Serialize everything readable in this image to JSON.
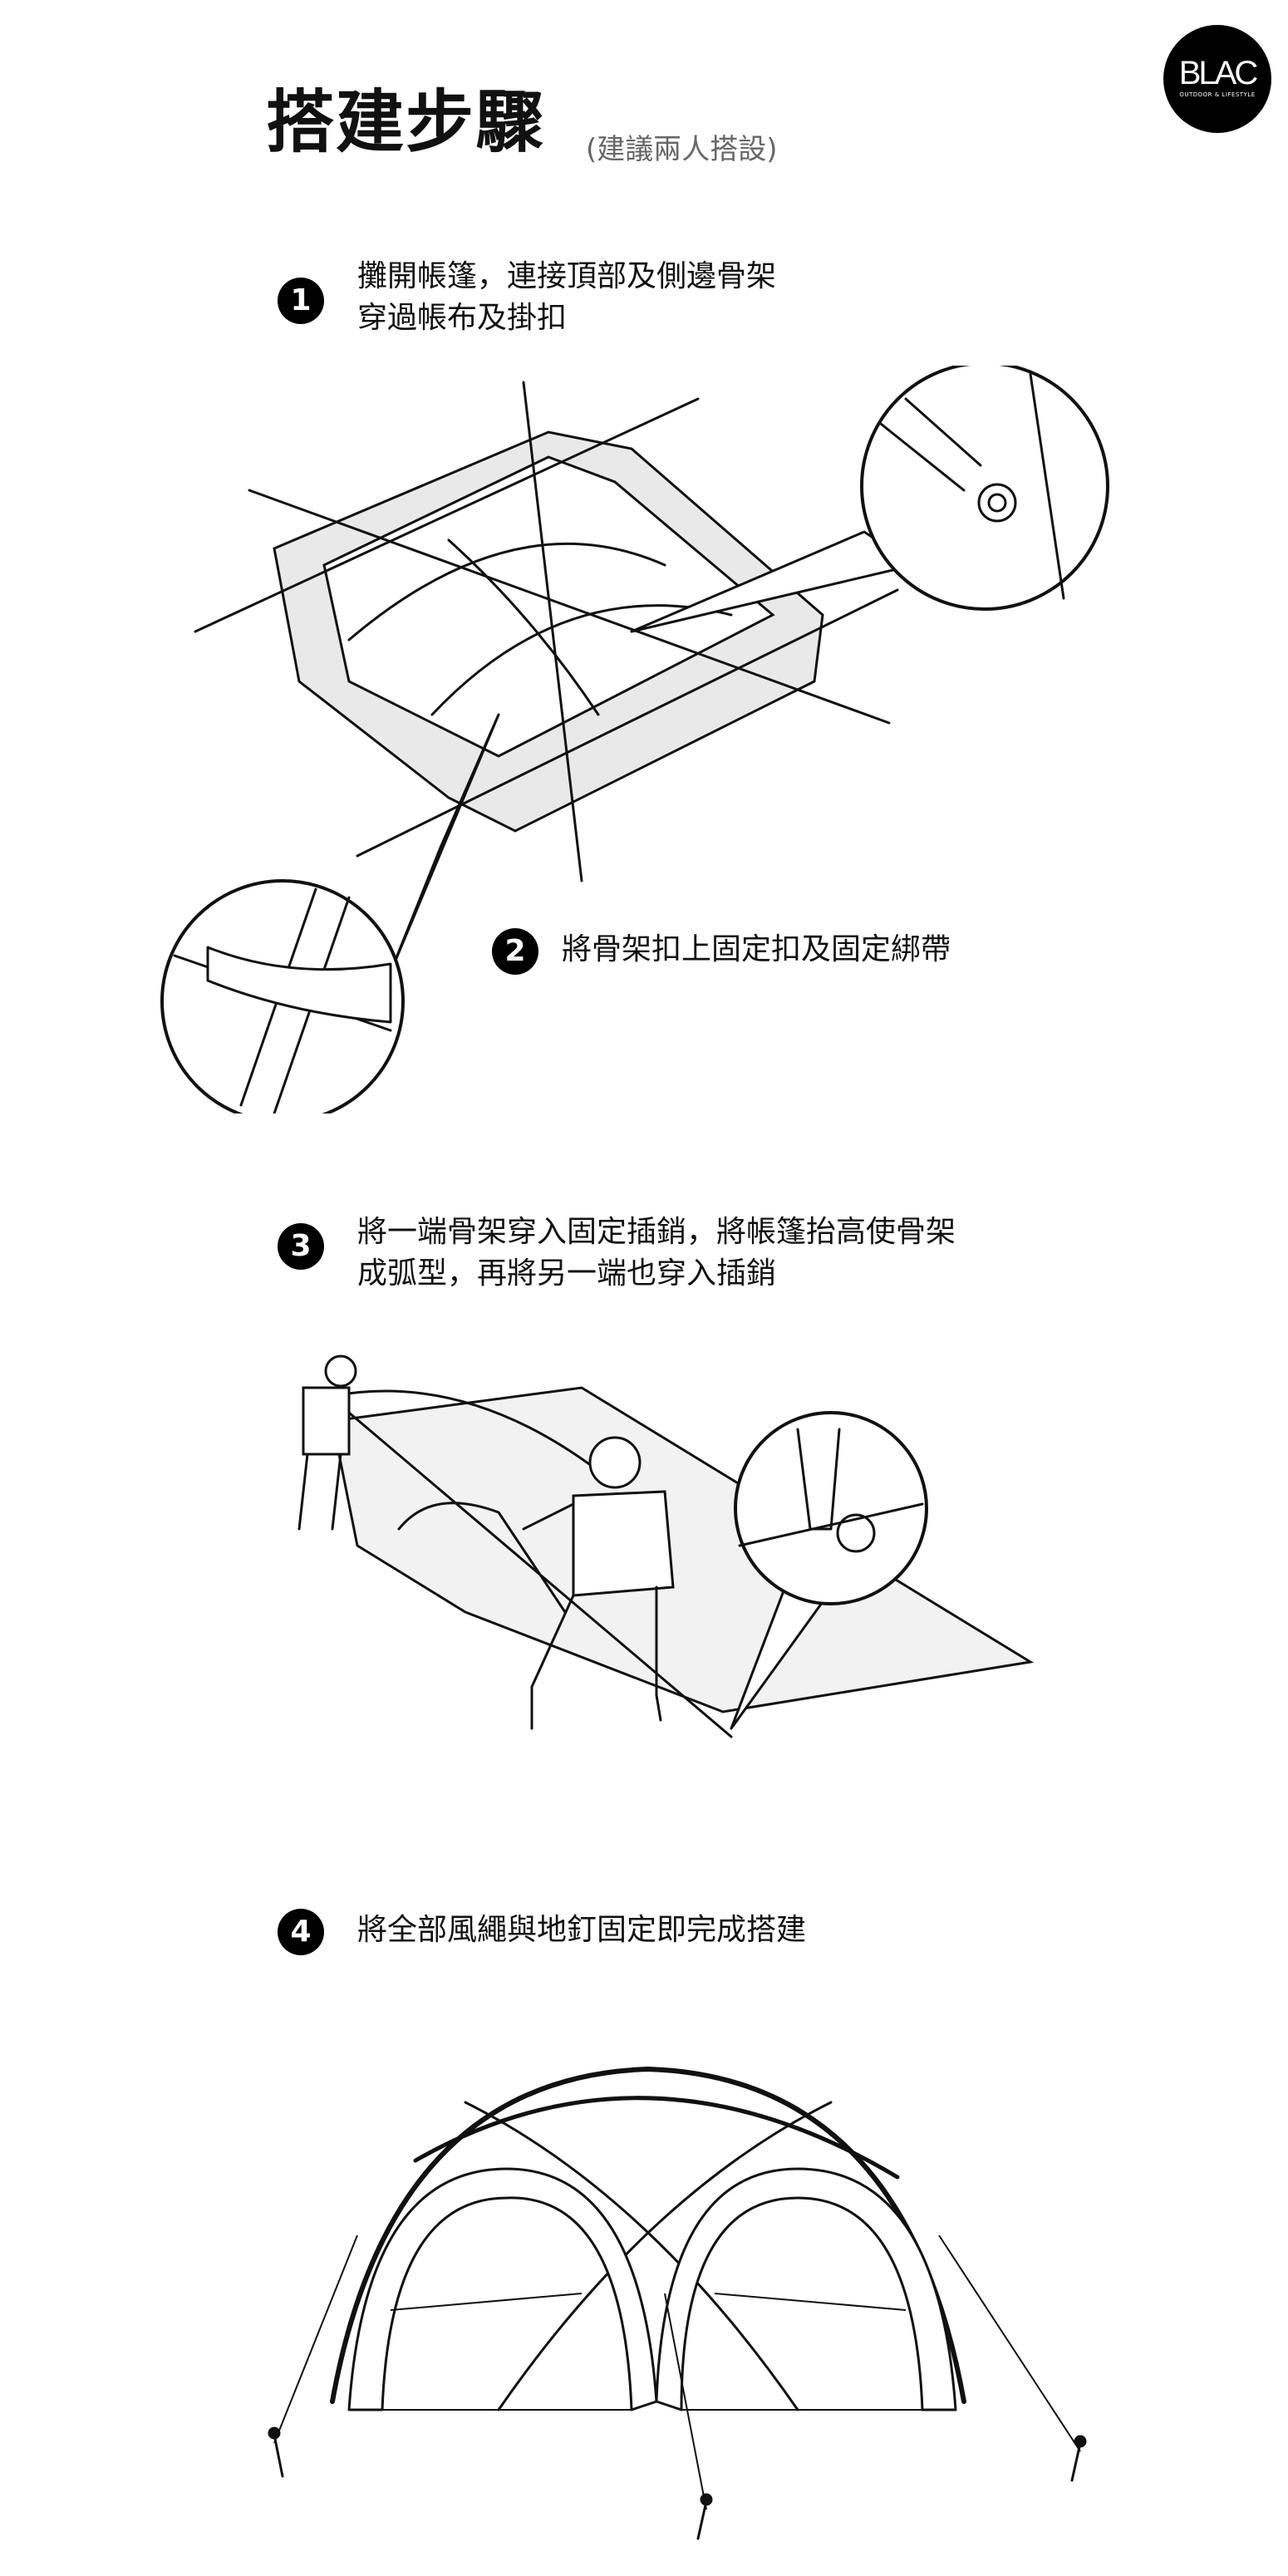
{
  "header": {
    "title": "搭建步驟",
    "subtitle": "(建議兩人搭設)"
  },
  "logo": {
    "main": "BLAC",
    "tagline": "OUTDOOR & LIFESTYLE"
  },
  "steps": [
    {
      "number": "1",
      "lines": [
        "攤開帳篷，連接頂部及側邊骨架",
        "穿過帳布及掛扣"
      ]
    },
    {
      "number": "2",
      "lines": [
        "將骨架扣上固定扣及固定綁帶"
      ]
    },
    {
      "number": "3",
      "lines": [
        "將一端骨架穿入固定插銷，將帳篷抬高使骨架",
        "成弧型，再將另一端也穿入插銷"
      ]
    },
    {
      "number": "4",
      "lines": [
        "將全部風繩與地釘固定即完成搭建"
      ]
    }
  ]
}
